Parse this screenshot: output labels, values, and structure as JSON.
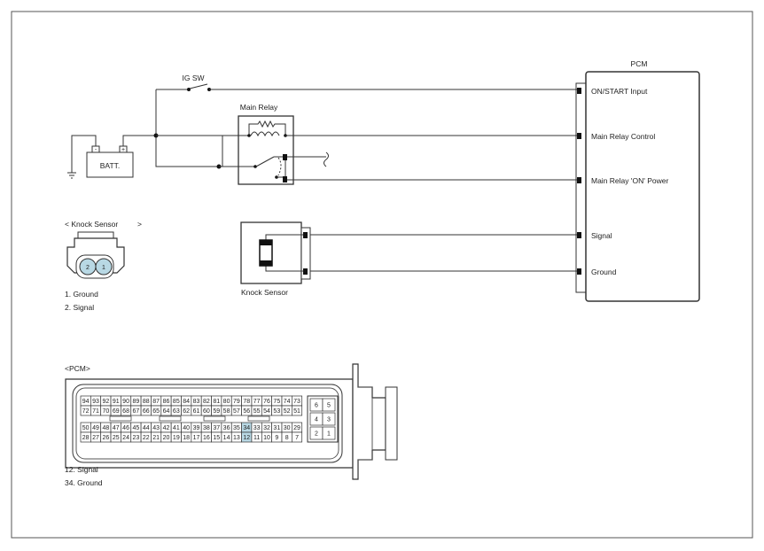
{
  "pcm": {
    "title": "PCM",
    "pins": [
      "ON/START Input",
      "Main Relay Control",
      "Main Relay 'ON' Power",
      "Signal",
      "Ground"
    ]
  },
  "ig_switch": {
    "label": "IG SW"
  },
  "main_relay": {
    "label": "Main Relay"
  },
  "battery": {
    "label": "BATT.",
    "neg": "-",
    "pos": "+"
  },
  "knock_sensor": {
    "label": "Knock Sensor"
  },
  "knock_connector": {
    "title_open": "< Knock Sensor",
    "title_close": ">",
    "pins": [
      "2",
      "1"
    ],
    "legend": [
      "1. Ground",
      "2. Signal"
    ]
  },
  "pcm_connector": {
    "title": "<PCM>",
    "rows": [
      [
        "94",
        "93",
        "92",
        "91",
        "90",
        "89",
        "88",
        "87",
        "86",
        "85",
        "84",
        "83",
        "82",
        "81",
        "80",
        "79",
        "78",
        "77",
        "76",
        "75",
        "74",
        "73"
      ],
      [
        "72",
        "71",
        "70",
        "69",
        "68",
        "67",
        "66",
        "65",
        "64",
        "63",
        "62",
        "61",
        "60",
        "59",
        "58",
        "57",
        "56",
        "55",
        "54",
        "53",
        "52",
        "51"
      ],
      [
        "50",
        "49",
        "48",
        "47",
        "46",
        "45",
        "44",
        "43",
        "42",
        "41",
        "40",
        "39",
        "38",
        "37",
        "36",
        "35",
        "34",
        "33",
        "32",
        "31",
        "30",
        "29"
      ],
      [
        "28",
        "27",
        "26",
        "25",
        "24",
        "23",
        "22",
        "21",
        "20",
        "19",
        "18",
        "17",
        "16",
        "15",
        "14",
        "13",
        "12",
        "11",
        "10",
        "9",
        "8",
        "7"
      ]
    ],
    "small_block": [
      [
        "6",
        "5"
      ],
      [
        "4",
        "3"
      ],
      [
        "2",
        "1"
      ]
    ],
    "highlight": [
      "34",
      "12"
    ],
    "highlight_color": "#b8d8e4",
    "legend": [
      "12. Signal",
      "34. Ground"
    ]
  }
}
